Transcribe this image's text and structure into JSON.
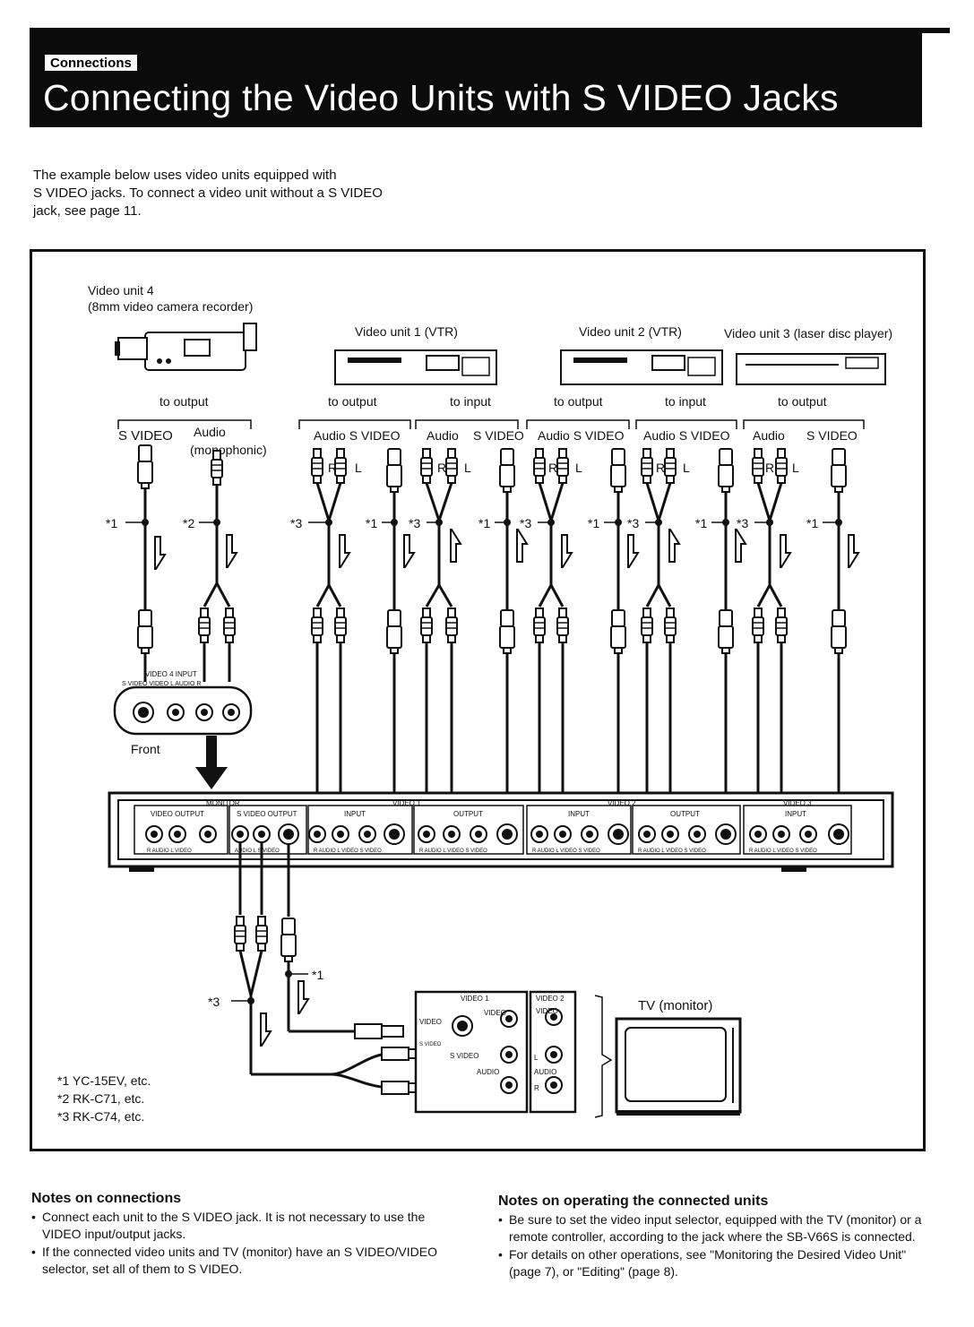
{
  "header": {
    "section": "Connections",
    "title": "Connecting the Video Units with S VIDEO Jacks"
  },
  "intro": {
    "lines": [
      "The example below uses video units equipped with",
      "S VIDEO jacks. To connect a video unit without a S VIDEO",
      "jack, see page 11."
    ]
  },
  "diagram": {
    "unit4": {
      "name": "Video unit 4",
      "desc": "(8mm video camera recorder)",
      "port": "to output",
      "svideo": "S VIDEO",
      "audio": "Audio",
      "mono": "(monophonic)"
    },
    "unit1": {
      "name": "Video unit 1 (VTR)",
      "out": "to output",
      "in": "to input"
    },
    "unit2": {
      "name": "Video unit 2 (VTR)",
      "out": "to output",
      "in": "to input"
    },
    "unit3": {
      "name": "Video unit 3 (laser disc player)",
      "out": "to output"
    },
    "labels": {
      "audio_svideo": "Audio S VIDEO",
      "audio": "Audio",
      "svideo": "S VIDEO",
      "r": "R",
      "l": "L",
      "mark1": "*1",
      "mark2": "*2",
      "mark3": "*3"
    },
    "front_panel": {
      "header": "VIDEO 4 INPUT",
      "jacks": "S VIDEO VIDEO L AUDIO R",
      "front": "Front"
    },
    "rear_panel": {
      "monitor": "MONITOR",
      "video_output": "VIDEO OUTPUT",
      "svideo_output": "S VIDEO OUTPUT",
      "video1": "VIDEO 1",
      "video2": "VIDEO 2",
      "video3": "VIDEO 3",
      "input": "INPUT",
      "output": "OUTPUT",
      "sub_monitor": "R AUDIO L VIDEO",
      "sub_mon_s": "AUDIO L S VIDEO",
      "sub_group": "R AUDIO L VIDEO S VIDEO"
    },
    "tv": {
      "label": "TV (monitor)",
      "video1": "VIDEO 1",
      "video2": "VIDEO 2",
      "video": "VIDEO",
      "svideo": "S VIDEO",
      "sv_small": "S VIDEO",
      "audio": "AUDIO",
      "l": "L",
      "r": "R"
    },
    "legend": [
      "*1 YC-15EV, etc.",
      "*2 RK-C71, etc.",
      "*3 RK-C74, etc."
    ]
  },
  "notes_connections": {
    "title": "Notes on connections",
    "items": [
      "Connect each unit to the S VIDEO jack. It is not necessary to use the VIDEO input/output jacks.",
      "If the connected video units and TV (monitor) have an S VIDEO/VIDEO selector, set all of them to S VIDEO."
    ]
  },
  "notes_operating": {
    "title": "Notes on operating the connected units",
    "items": [
      "Be sure to set the video input selector, equipped with the TV (monitor) or a remote controller, according to the jack where the SB-V66S is connected.",
      "For details on other operations, see \"Monitoring the Desired Video Unit\" (page 7), or \"Editing\" (page 8)."
    ]
  }
}
